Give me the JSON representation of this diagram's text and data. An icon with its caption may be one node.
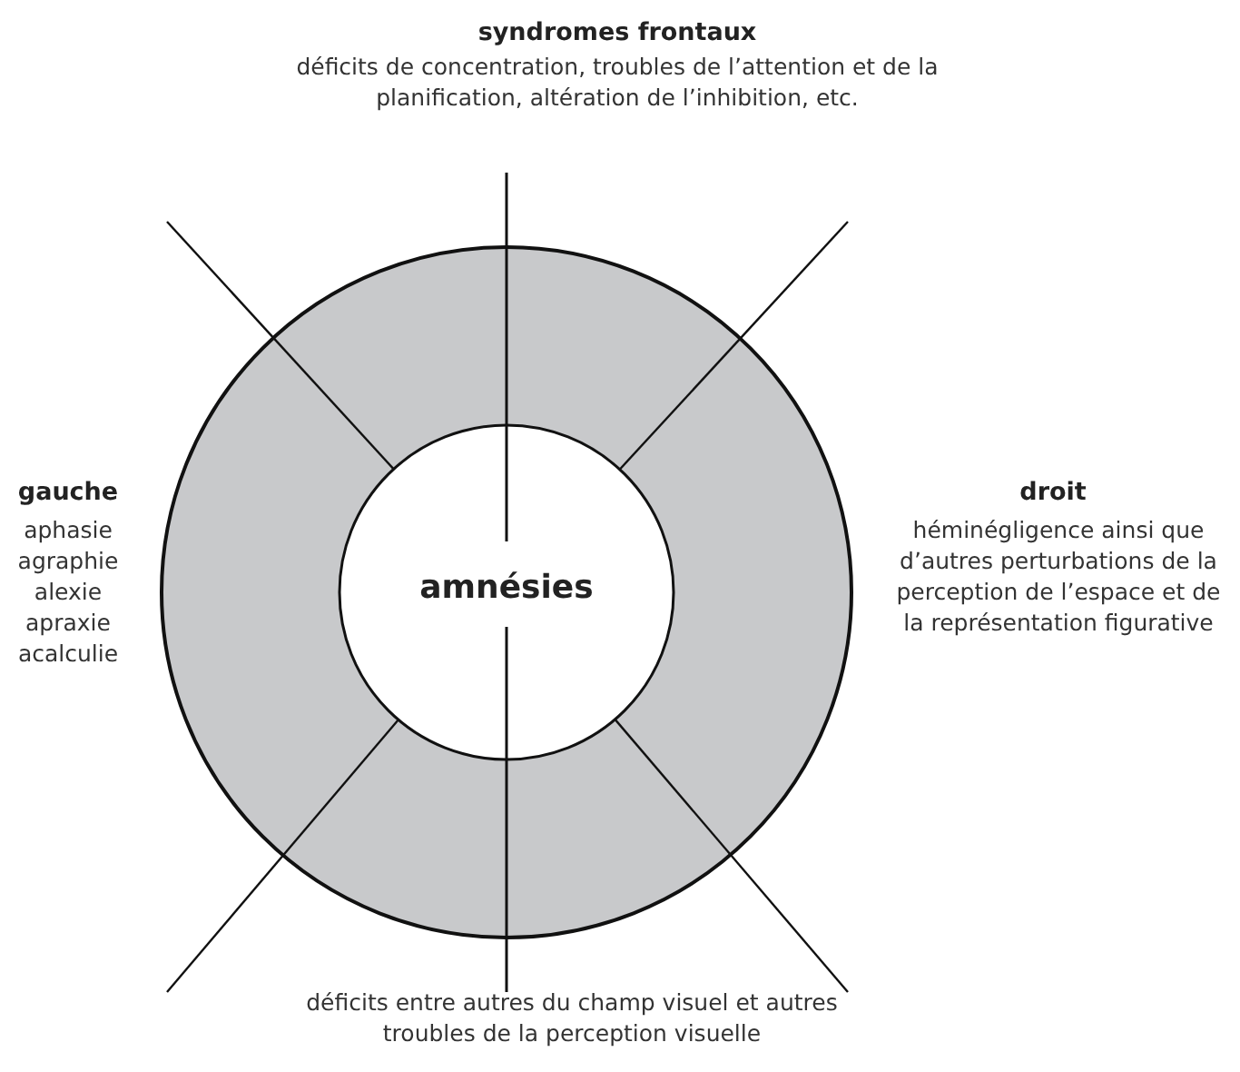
{
  "diagram": {
    "nodes": [
      {
        "text": [
          "amnésies"
        ]
      }
    ],
    "edges": [],
    "labels": [
      "syndromes frontaux",
      "déficits de concentration, troubles de l’attention et de la planification, altération de l’inhibition, etc.",
      "gauche",
      "aphasie",
      "agraphie",
      "alexie",
      "apraxie",
      "acalculie",
      "droit",
      "héminégligence ainsi que d’autres perturbations de la perception de l’espace et de la représentation figurative",
      "déficits entre autres du champ visuel et autres troubles de la perception visuelle"
    ]
  }
}
